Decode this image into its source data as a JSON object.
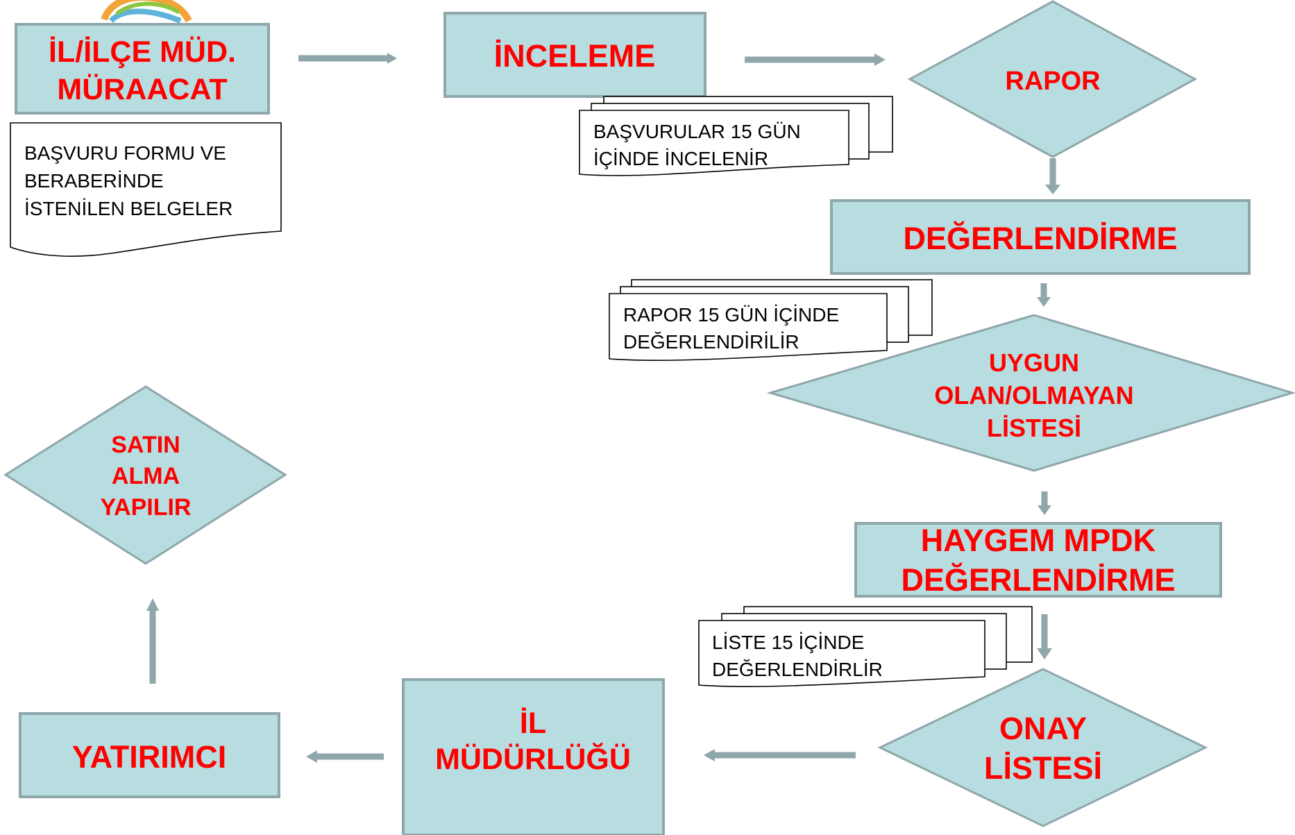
{
  "colors": {
    "shape_fill": "#b7dde0",
    "shape_stroke": "#8fa6aa",
    "label_red": "#ff0000",
    "note_text": "#000000",
    "arrow": "#8fa6aa"
  },
  "steps": {
    "muracaat": [
      "İL/İLÇE MÜD.",
      "MÜRAACAT"
    ],
    "inceleme": "İNCELEME",
    "rapor": "RAPOR",
    "degerlendirme": "DEĞERLENDİRME",
    "uygun_liste": [
      "UYGUN",
      "OLAN/OLMAYAN",
      "LİSTESİ"
    ],
    "haygem": [
      "HAYGEM MPDK",
      "DEĞERLENDİRME"
    ],
    "onay_listesi": [
      "ONAY",
      "LİSTESİ"
    ],
    "il_mudurlugu": [
      "İL",
      "MÜDÜRLÜĞÜ"
    ],
    "yatirimci": "YATIRIMCI",
    "satin_alma": [
      "SATIN",
      "ALMA",
      "YAPILIR"
    ]
  },
  "notes": {
    "basvuru_formu": [
      "BAŞVURU  FORMU VE",
      "BERABERİNDE",
      "İSTENİLEN BELGELER"
    ],
    "basvurular": [
      "BAŞVURULAR 15 GÜN",
      "İÇİNDE  İNCELENİR"
    ],
    "rapor_15": [
      "RAPOR 15 GÜN İÇİNDE",
      "DEĞERLENDİRİLİR"
    ],
    "liste_15": [
      "LİSTE 15 İÇİNDE",
      "DEĞERLENDİRLİR"
    ]
  }
}
